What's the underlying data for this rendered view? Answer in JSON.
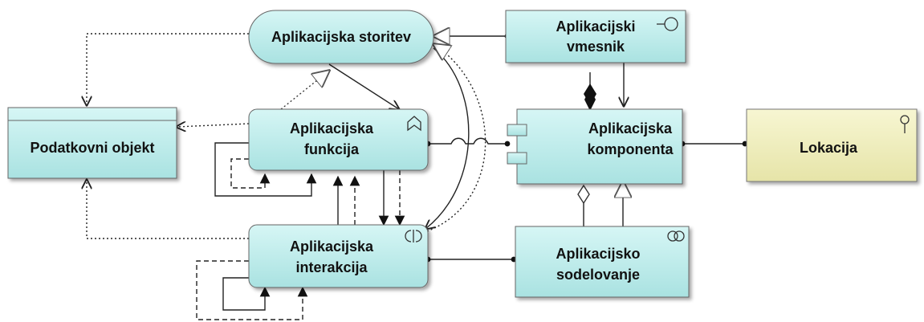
{
  "nodes": {
    "service": {
      "line1": "Aplikacijska storitev"
    },
    "interface": {
      "line1": "Aplikacijski",
      "line2": "vmesnik",
      "icon": "interface-icon"
    },
    "data_object": {
      "line1": "Podatkovni objekt"
    },
    "function": {
      "line1": "Aplikacijska",
      "line2": "funkcija",
      "icon": "function-icon"
    },
    "component": {
      "line1": "Aplikacijska",
      "line2": "komponenta",
      "icon": "component-icon"
    },
    "location": {
      "line1": "Lokacija",
      "icon": "location-pin-icon"
    },
    "interaction": {
      "line1": "Aplikacijska",
      "line2": "interakcija",
      "icon": "interaction-icon"
    },
    "collaboration": {
      "line1": "Aplikacijsko",
      "line2": "sodelovanje",
      "icon": "collaboration-icon"
    }
  },
  "colors": {
    "app_fill": "#bfeeed",
    "app_stroke": "#555555",
    "location_fill": "#f2f1bf",
    "line": "#222222"
  }
}
